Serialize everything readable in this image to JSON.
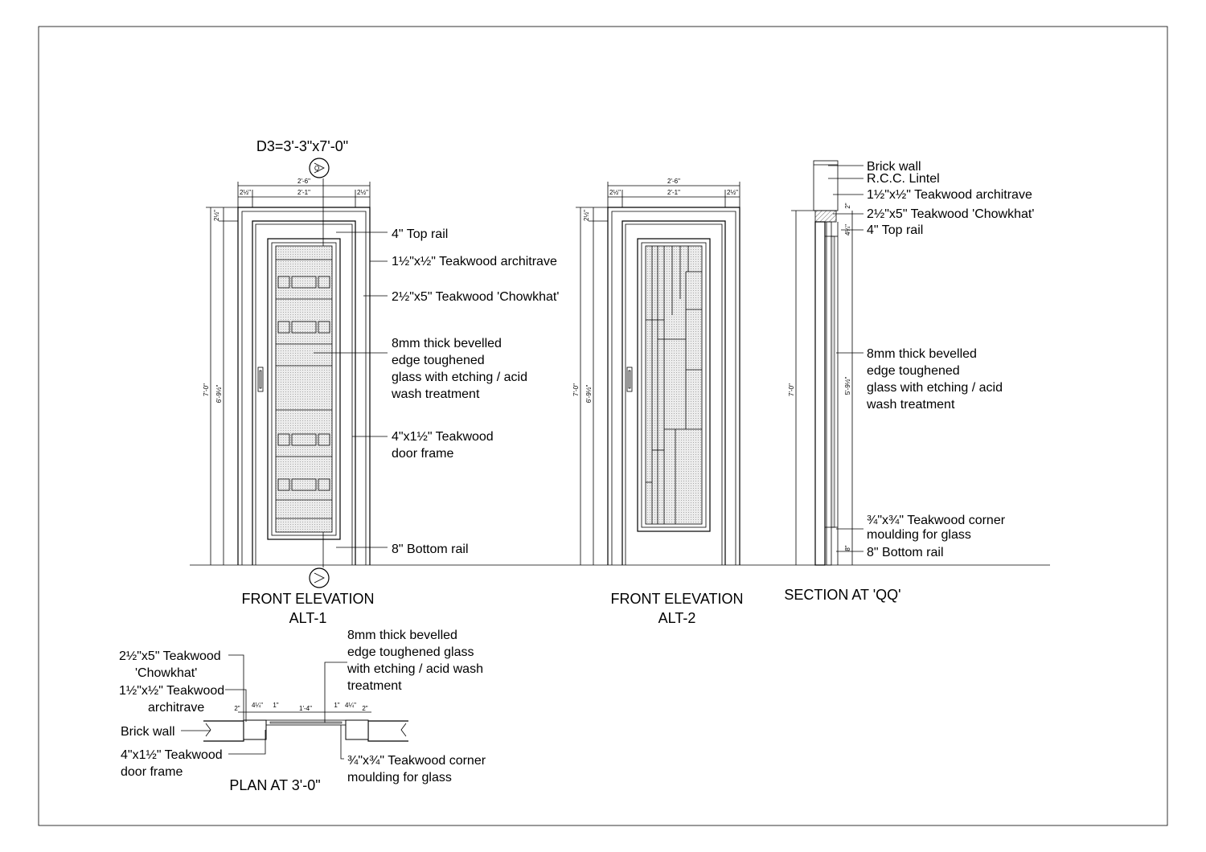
{
  "drawing": {
    "door_title": "D3=3'-3\"x7'-0\"",
    "section_mark": "Q",
    "views": {
      "alt1_title": "FRONT ELEVATION",
      "alt1_sub": "ALT-1",
      "alt2_title": "FRONT ELEVATION",
      "alt2_sub": "ALT-2",
      "section_title": "SECTION AT 'QQ'",
      "plan_title": "PLAN AT 3'-0\""
    },
    "dimensions": {
      "overall_width": "2'-6\"",
      "inner_width": "2'-1\"",
      "side": "2½\"",
      "height": "7'-0\"",
      "door_height": "6'-9½\"",
      "top_side": "2½\"",
      "section_top_2": "2\"",
      "section_top_rail": "4¼\"",
      "section_height": "5'-9½\"",
      "section_bottom": "8\"",
      "plan_dims": [
        "2\"",
        "4¼\"",
        "1\"",
        "1'-4\"",
        "1\"",
        "4¼\"",
        "2\""
      ]
    },
    "alt1_labels": {
      "top_rail": "4\" Top rail",
      "architrave": "1½\"x½\" Teakwood architrave",
      "chowkhat": "2½\"x5\" Teakwood 'Chowkhat'",
      "glass": [
        "8mm thick bevelled",
        "edge toughened",
        "glass with etching / acid",
        "wash treatment"
      ],
      "frame": [
        "4\"x1½\" Teakwood",
        "door frame"
      ],
      "bottom_rail": "8\" Bottom rail"
    },
    "section_labels": {
      "brick": "Brick wall",
      "lintel": "R.C.C. Lintel",
      "architrave": "1½\"x½\" Teakwood architrave",
      "chowkhat": "2½\"x5\" Teakwood 'Chowkhat'",
      "top_rail": "4\" Top rail",
      "glass": [
        "8mm thick bevelled",
        "edge toughened",
        "glass with etching / acid",
        "wash treatment"
      ],
      "moulding": [
        "¾\"x¾\" Teakwood corner",
        "moulding for glass"
      ],
      "bottom_rail": "8\" Bottom rail"
    },
    "plan_labels": {
      "chowkhat": [
        "2½\"x5\" Teakwood",
        "'Chowkhat'"
      ],
      "architrave": [
        "1½\"x½\" Teakwood",
        "architrave"
      ],
      "brick": "Brick wall",
      "frame": [
        "4\"x1½\" Teakwood",
        "door frame"
      ],
      "glass": [
        "8mm thick bevelled",
        "edge toughened glass",
        "with etching / acid wash",
        "treatment"
      ],
      "moulding": [
        "¾\"x¾\" Teakwood corner",
        "moulding for glass"
      ]
    }
  }
}
